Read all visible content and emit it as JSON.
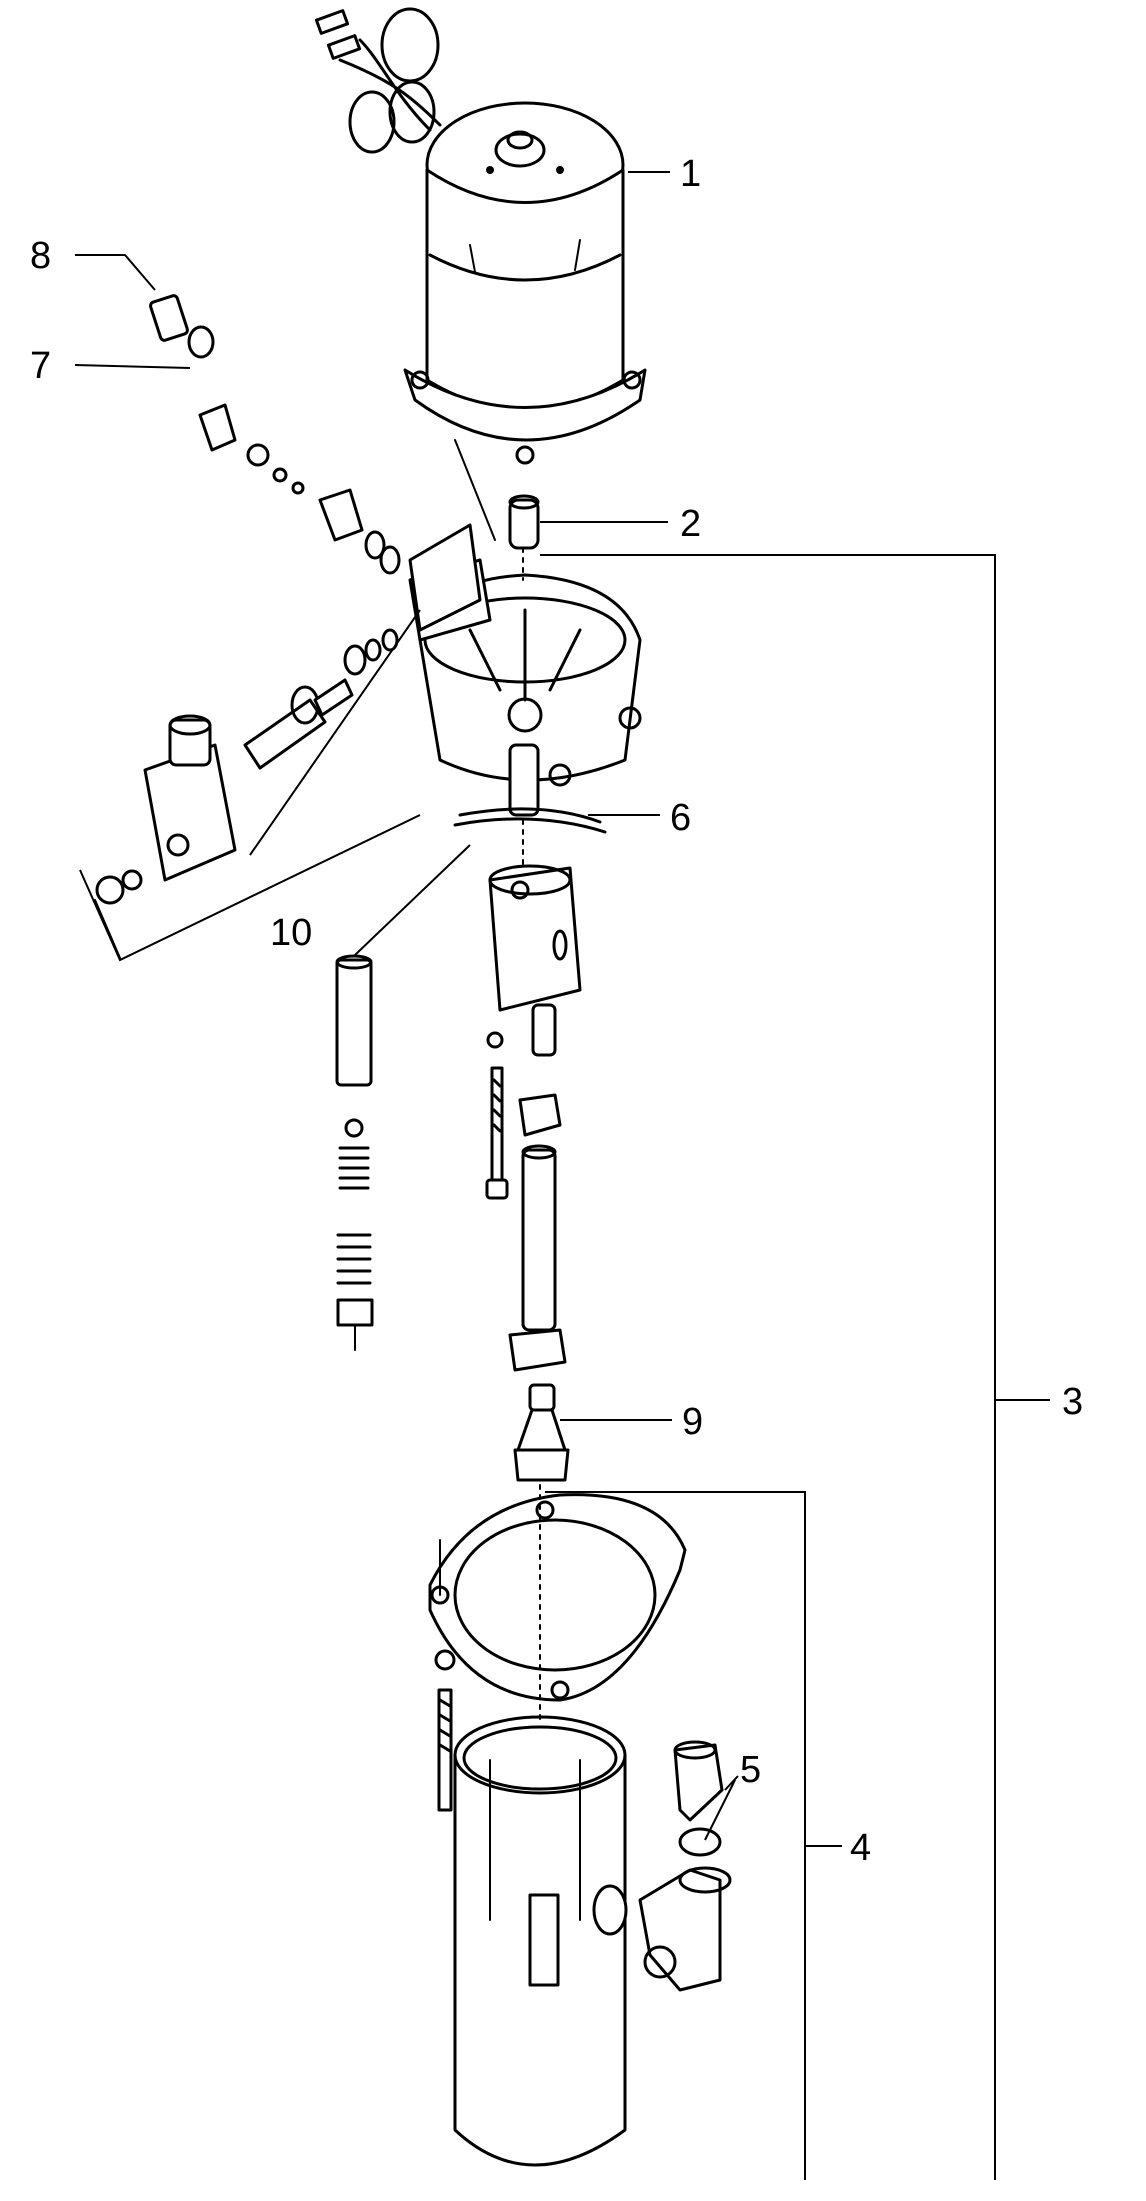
{
  "callouts": [
    {
      "id": "callout-1",
      "label": "1"
    },
    {
      "id": "callout-2",
      "label": "2"
    },
    {
      "id": "callout-3",
      "label": "3"
    },
    {
      "id": "callout-4",
      "label": "4"
    },
    {
      "id": "callout-5",
      "label": "5"
    },
    {
      "id": "callout-6",
      "label": "6"
    },
    {
      "id": "callout-7",
      "label": "7"
    },
    {
      "id": "callout-8",
      "label": "8"
    },
    {
      "id": "callout-9",
      "label": "9"
    },
    {
      "id": "callout-10",
      "label": "10"
    }
  ],
  "colors": {
    "ink": "#000000",
    "paper": "#ffffff"
  }
}
